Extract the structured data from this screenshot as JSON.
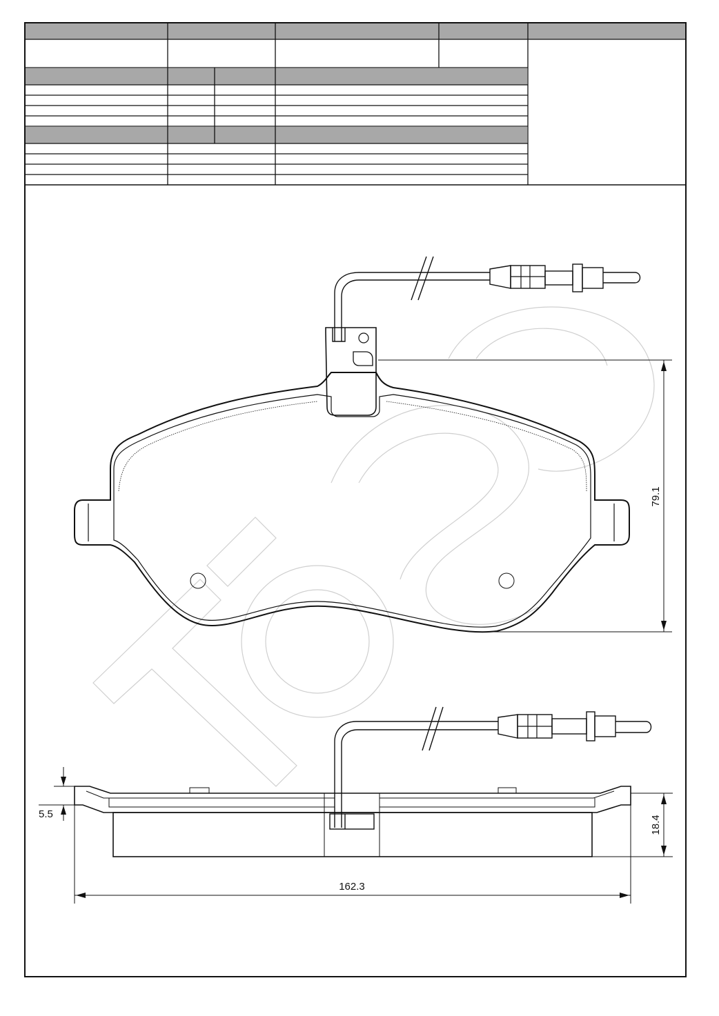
{
  "drawing": {
    "dimensions": {
      "height": "79.1",
      "width": "162.3",
      "thickness": "18.4",
      "backplate": "5.5"
    },
    "watermark": "logo-watermark"
  }
}
